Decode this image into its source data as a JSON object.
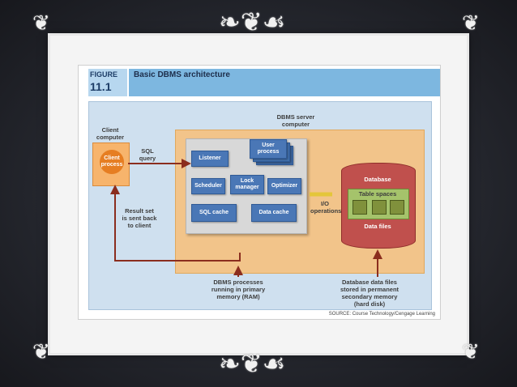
{
  "figure": {
    "word": "FIGURE",
    "number": "11.1",
    "title": "Basic DBMS architecture"
  },
  "labels": {
    "client_computer": "Client computer",
    "client_process": "Client process",
    "sql_query": "SQL query",
    "result_set": "Result set is sent back to client",
    "dbms_server": "DBMS server computer",
    "io_operations": "I/O operations",
    "dbms_processes": "DBMS processes running in primary memory (RAM)",
    "database_files": "Database data files stored in permanent secondary memory (hard disk)"
  },
  "processes": {
    "user_process": "User process",
    "listener": "Listener",
    "scheduler": "Scheduler",
    "lock_manager": "Lock manager",
    "optimizer": "Optimizer",
    "sql_cache": "SQL cache",
    "data_cache": "Data cache"
  },
  "database": {
    "title": "Database",
    "table_spaces": "Table spaces",
    "data_files": "Data files"
  },
  "source": "SOURCE: Course Technology/Cengage Learning"
}
